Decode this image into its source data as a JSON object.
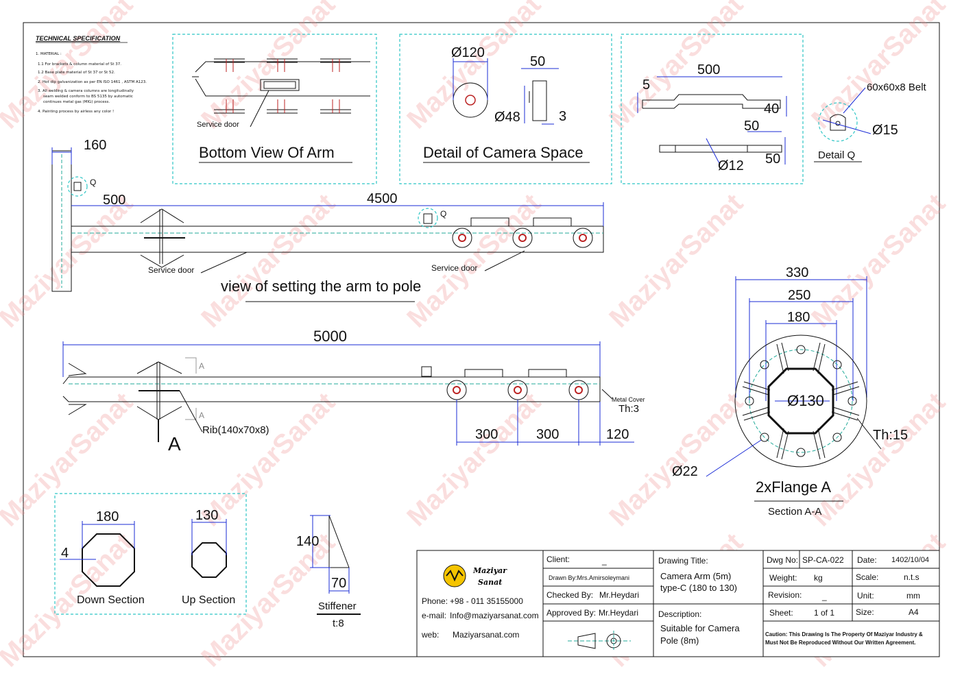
{
  "watermark": "MaziyarSanat",
  "tech_spec": {
    "title": "TECHNICAL SPECIFICATION",
    "heading": "1. MATERIAL :",
    "lines": [
      "1.1  For brackets & column material of St 37.",
      "1.2  Base plate material of St 37 or St 52.",
      "2.  Hot dip galvanization as per EN ISO 1461 , ASTM A123.",
      "3.  All welding & camera columns are longitudinally",
      "seam welded conform to BS 5135 by automatic",
      "continues metal gas (MIG) process.",
      "4.  Painting process by airless any color !"
    ]
  },
  "panels": {
    "bottom_view": {
      "title": "Bottom View Of Arm",
      "label": "Service door"
    },
    "camera_space": {
      "title": "Detail of Camera Space",
      "d1": "Ø120",
      "d2": "50",
      "d3": "Ø48",
      "d4": "3"
    },
    "belt": {
      "d500": "500",
      "d5": "5",
      "d40": "40",
      "d50a": "50",
      "d12": "Ø12",
      "d50b": "50"
    },
    "detail_q": {
      "belt": "60x60x8 Belt",
      "dia": "Ø15",
      "title": "Detail Q"
    }
  },
  "arm_view": {
    "d160": "160",
    "q1": "Q",
    "d500": "500",
    "d4500": "4500",
    "q2": "Q",
    "service_door_1": "Service door",
    "service_door_2": "Service door",
    "title": "view of setting the arm to pole"
  },
  "arm_side": {
    "d5000": "5000",
    "sec_a": "A",
    "rib": "Rib(140x70x8)",
    "a_big": "A",
    "metal_cover": "Metal Cover",
    "th": "Th:3",
    "d300a": "300",
    "d300b": "300",
    "d120": "120"
  },
  "flange": {
    "d330": "330",
    "d250": "250",
    "d180": "180",
    "d130": "Ø130",
    "th": "Th:15",
    "d22": "Ø22",
    "title": "2xFlange A",
    "section": "Section A-A"
  },
  "sections": {
    "d180": "180",
    "d4": "4",
    "down": "Down Section",
    "d130": "130",
    "up": "Up Section"
  },
  "stiffener": {
    "d140": "140",
    "d70": "70",
    "title": "Stiffener",
    "t": "t:8"
  },
  "title_block": {
    "company_line1": "Maziyar",
    "company_line2": "Sanat",
    "phone_label": "Phone:",
    "phone": "+98 - 011 35155000",
    "email_label": "e-mail:",
    "email": "Info@maziyarsanat.com",
    "web_label": "web:",
    "web": "Maziyarsanat.com",
    "client_label": "Client:",
    "client": "_",
    "drawn": "Drawn By:Mrs.Amirsoleymani",
    "checked_label": "Checked By:",
    "checked": "Mr.Heydari",
    "approved_label": "Approved By:",
    "approved": "Mr.Heydari",
    "drawing_title_label": "Drawing Title:",
    "drawing_title_1": "Camera Arm (5m)",
    "drawing_title_2": "type-C (180 to 130)",
    "description_label": "Description:",
    "description_1": "Suitable for Camera",
    "description_2": "Pole (8m)",
    "dwg_label": "Dwg No:",
    "dwg": "SP-CA-022",
    "date_label": "Date:",
    "date": "1402/10/04",
    "weight_label": "Weight:",
    "weight": "kg",
    "scale_label": "Scale:",
    "scale": "n.t.s",
    "revision_label": "Revision:",
    "revision": "_",
    "unit_label": "Unit:",
    "unit": "mm",
    "sheet_label": "Sheet:",
    "sheet": "1 of 1",
    "size_label": "Size:",
    "size": "A4",
    "caution_1": "Caution: This Drawing Is The Property Of Maziyar Industry &",
    "caution_2": "Must Not Be Reproduced Without Our Written Agreement."
  }
}
